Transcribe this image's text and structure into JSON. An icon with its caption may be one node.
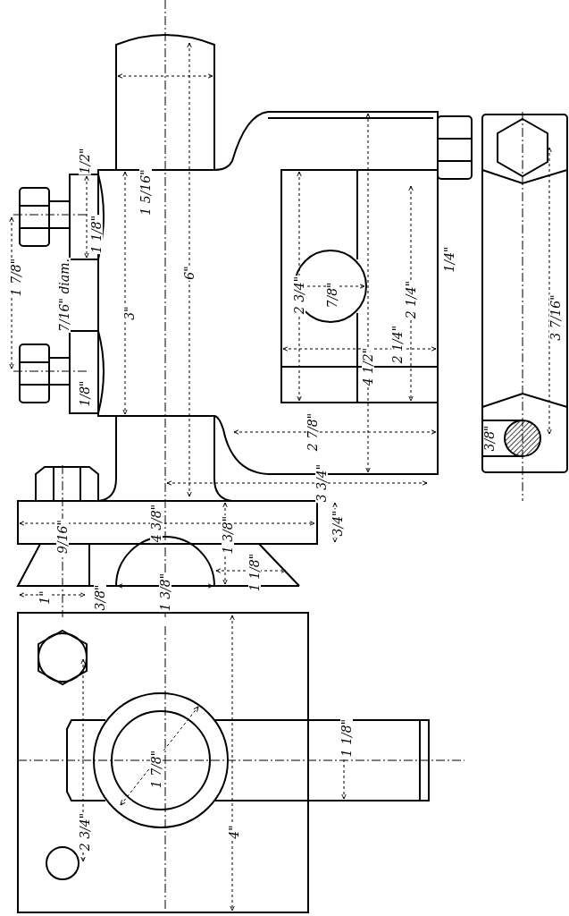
{
  "diagram": {
    "labels": [
      "1 5/16\"",
      "1/2\"",
      "1 1/8\"",
      "6\"",
      "1 7/8\"",
      "7/16\" diam.",
      "3\"",
      "1/8\"",
      "1/4\"",
      "7/8\"",
      "2 3/4\"",
      "2 1/4\"",
      "4 1/2\"",
      "2 1/4\"",
      "2 7/8\"",
      "3 7/16\"",
      "3/8\"",
      "3 3/4\"",
      "4 3/8\"",
      "9/16\"",
      "3/4\"",
      "1 3/8\"",
      "1 1/8\"",
      "1\"",
      "3/8\"",
      "1 3/8\"",
      "4\"",
      "1 7/8\"",
      "1 1/8\"",
      "2 3/4\""
    ]
  }
}
